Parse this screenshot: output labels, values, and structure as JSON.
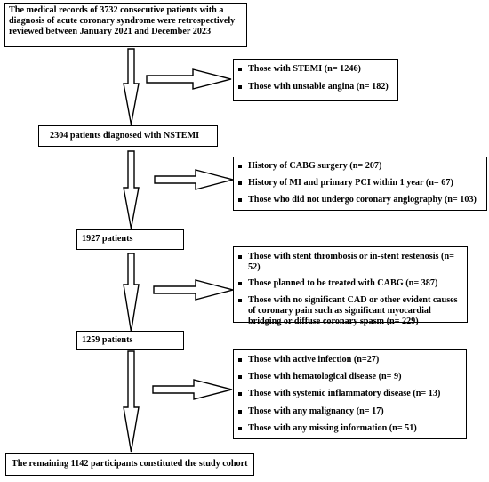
{
  "flow": {
    "initial": "The medical records of 3732  consecutive patients with a diagnosis of acute coronary syndrome were retrospectively reviewed between January 2021 and December 2023",
    "step1": "2304 patients diagnosed with NSTEMI",
    "step2": "1927 patients",
    "step3": "1259 patients",
    "final": "The remaining 1142 participants constituted the study cohort"
  },
  "exclusions": {
    "group1": [
      "Those with STEMI (n= 1246)",
      "Those with unstable angina (n= 182)"
    ],
    "group2": [
      "History of CABG surgery (n= 207)",
      "History of MI and primary PCI within 1 year (n= 67)",
      "Those who did not undergo coronary angiography (n= 103)"
    ],
    "group3": [
      "Those with stent thrombosis or in-stent restenosis (n= 52)",
      "Those planned to be treated with CABG (n= 387)",
      "Those with no significant CAD or other evident causes of coronary pain such as significant myocardial bridging or diffuse coronary spasm (n= 229)"
    ],
    "group4": [
      "Those with active infection (n=27)",
      "Those with hematological disease (n= 9)",
      "Those with systemic inflammatory disease (n= 13)",
      "Those with any malignancy (n= 17)",
      "Those with any missing information (n= 51)"
    ]
  }
}
